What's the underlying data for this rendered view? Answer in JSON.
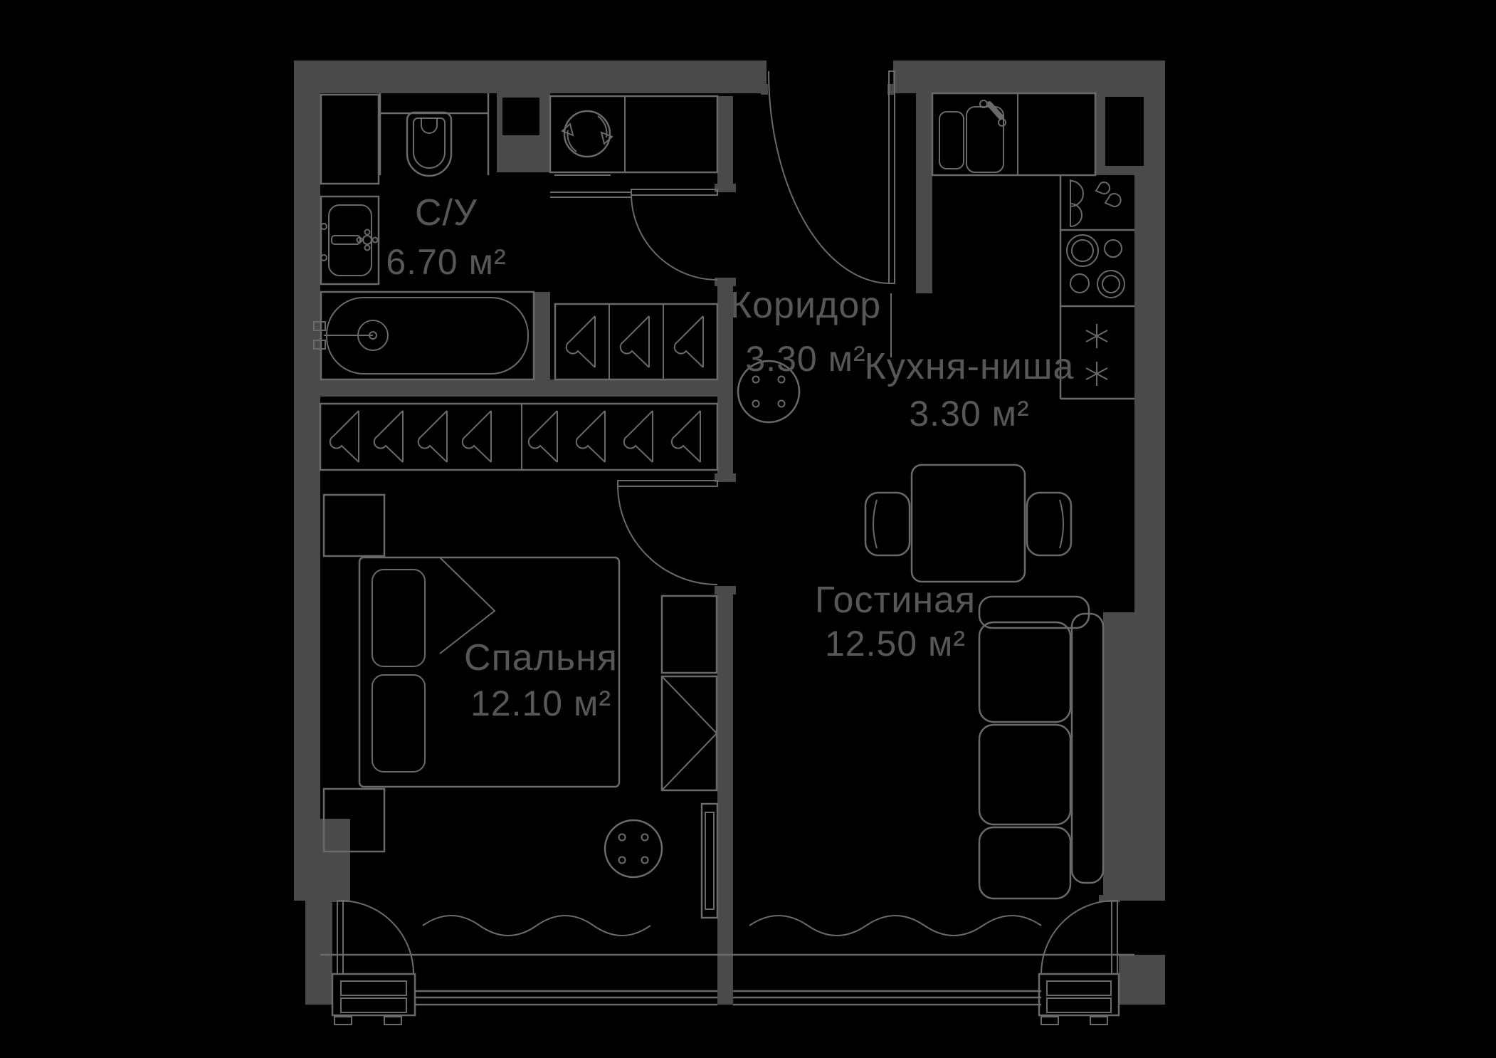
{
  "plan": {
    "type": "apartment-floor-plan",
    "language": "ru",
    "rooms": [
      {
        "id": "bathroom",
        "name": "С/У",
        "area": "6.70 м²"
      },
      {
        "id": "corridor",
        "name": "Коридор",
        "area": "3.30 м²"
      },
      {
        "id": "kitchen",
        "name": "Кухня-ниша",
        "area": "3.30 м²"
      },
      {
        "id": "bedroom",
        "name": "Спальня",
        "area": "12.10 м²"
      },
      {
        "id": "living",
        "name": "Гостиная",
        "area": "12.50 м²"
      }
    ],
    "icons": [
      "toilet-icon",
      "sink-icon",
      "bathtub-icon",
      "washing-machine-icon",
      "hanger-icon",
      "kitchen-sink-icon",
      "kettle-icon",
      "stove-burners-icon",
      "snowflake-icon",
      "round-table-icon",
      "dining-table-icon",
      "chair-icon",
      "sofa-icon",
      "bed-icon",
      "tv-icon",
      "door-swing-arc",
      "radiator-wave-icon"
    ],
    "colors": {
      "background": "#000000",
      "wall": "#4a4a4a",
      "outline": "#6a6a6a",
      "label": "#575757"
    }
  }
}
